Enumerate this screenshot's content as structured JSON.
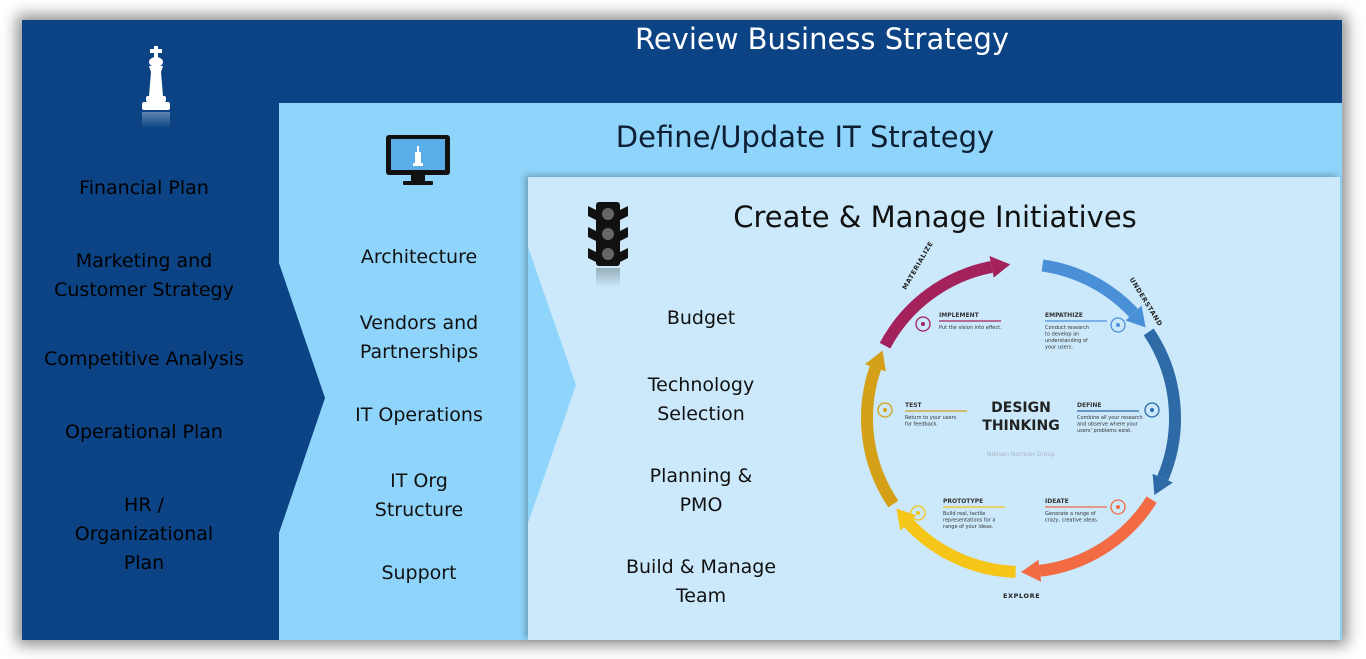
{
  "header": {
    "title": "Review Business Strategy"
  },
  "business_strategy": {
    "items": [
      "Financial Plan",
      "Marketing and\nCustomer Strategy",
      "Competitive Analysis",
      "Operational Plan",
      "HR /\nOrganizational\nPlan"
    ]
  },
  "it_strategy": {
    "title": "Define/Update IT Strategy",
    "items": [
      "Architecture",
      "Vendors and\nPartnerships",
      "IT Operations",
      "IT Org\nStructure",
      "Support"
    ]
  },
  "initiatives": {
    "title": "Create & Manage Initiatives",
    "items": [
      "Budget",
      "Technology\nSelection",
      "Planning &\nPMO",
      "Build & Manage\nTeam"
    ]
  },
  "icons": [
    "chess-king-icon",
    "monitor-icon",
    "traffic-light-icon"
  ],
  "design_thinking": {
    "center_line1": "DESIGN",
    "center_line2": "THINKING",
    "credit": "Nielsen Norman Group",
    "arc_labels": {
      "understand": "UNDERSTAND",
      "explore": "EXPLORE",
      "materialize": "MATERIALIZE"
    },
    "stages": [
      {
        "name": "EMPATHIZE",
        "text": "Conduct research\nto develop an\nunderstanding of\nyour users.",
        "color": "#4a90d9",
        "icon": "empathize-icon"
      },
      {
        "name": "DEFINE",
        "text": "Combine all your research\nand observe where your\nusers' problems exist.",
        "color": "#2e6aa6",
        "icon": "magnifier-icon"
      },
      {
        "name": "IDEATE",
        "text": "Generate a range of\ncrazy, creative ideas.",
        "color": "#f26b43",
        "icon": "lightbulb-icon"
      },
      {
        "name": "PROTOTYPE",
        "text": "Build real, tactile\nrepresentations for a\nrange of your ideas.",
        "color": "#f5c518",
        "icon": "hammer-icon"
      },
      {
        "name": "TEST",
        "text": "Return to your users\nfor feedback.",
        "color": "#d4a017",
        "icon": "checklist-icon"
      },
      {
        "name": "IMPLEMENT",
        "text": "Put the vision into effect.",
        "color": "#a3225c",
        "icon": "rocket-icon"
      }
    ]
  },
  "colors": {
    "outer": "#0b4384",
    "middle": "#8fd4fa",
    "inner": "#cbe9fb"
  }
}
